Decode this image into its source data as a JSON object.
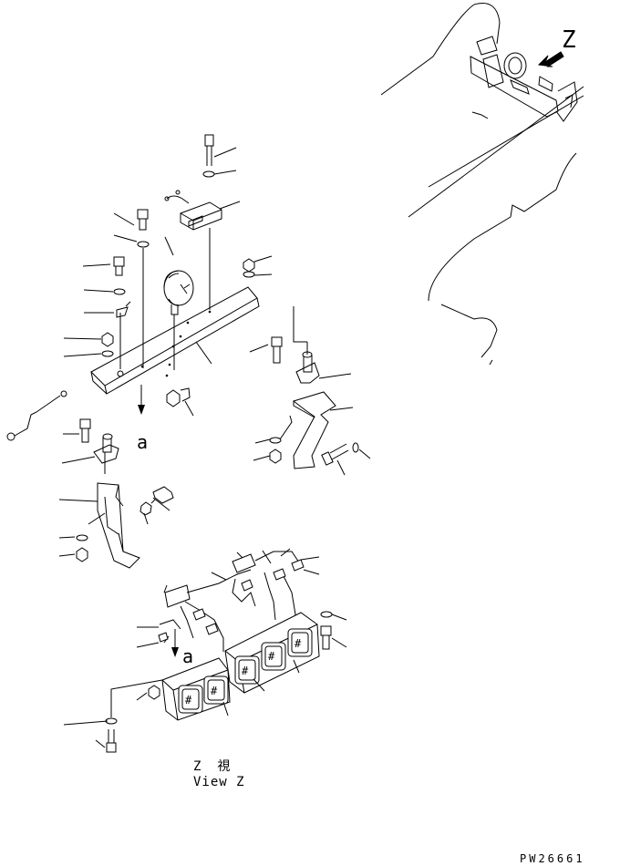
{
  "labels": {
    "z_arrow": "Z",
    "view_jp": "Z　視",
    "view_en": "View Z",
    "ref_a_1": "a",
    "ref_a_2": "a",
    "drawing_no": "PW26661"
  },
  "icons": {
    "arrow": "view-direction-arrow-icon",
    "lamp": "work-lamp-icon"
  }
}
